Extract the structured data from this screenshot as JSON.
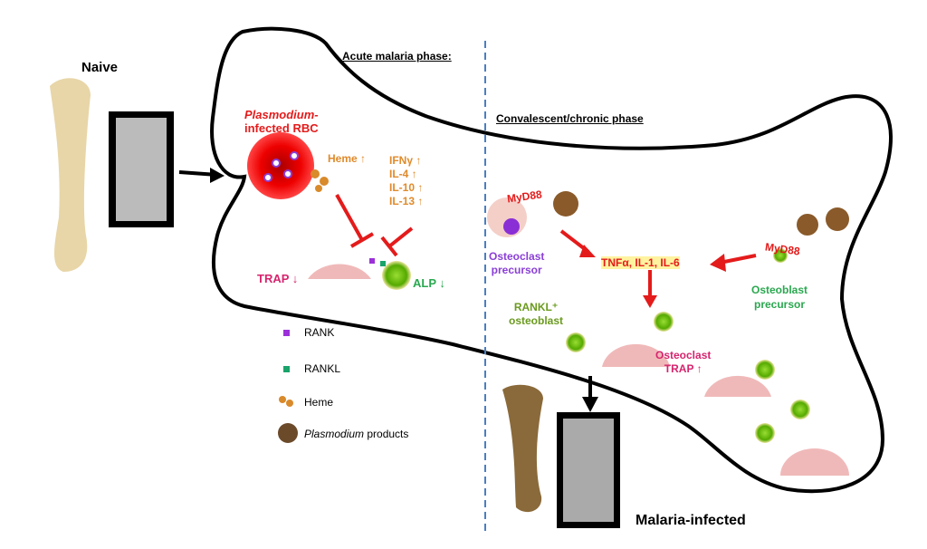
{
  "naive": "Naive",
  "infected": "Malaria-infected",
  "acute": "Acute malaria phase:",
  "chronic": "Convalescent/chronic phase",
  "rbc": {
    "line1": "Plasmodium-",
    "line2": "infected RBC"
  },
  "heme": "Heme ↑",
  "cytokines": [
    "IFNγ ↑",
    "IL-4 ↑",
    "IL-10 ↑",
    "IL-13 ↑"
  ],
  "trap_down": "TRAP ↓",
  "alp_down": "ALP ↓",
  "myd88": "MyD88",
  "oc_precursor": [
    "Osteoclast",
    "precursor"
  ],
  "ob_precursor": [
    "Osteoblast",
    "precursor"
  ],
  "tnf": "TNFα, IL-1, IL-6",
  "rankl_ob": [
    "RANKL⁺",
    "osteoblast"
  ],
  "oc_trap": [
    "Osteoclast",
    "TRAP ↑"
  ],
  "legend": [
    {
      "label": "RANK",
      "color": "#9b30d9"
    },
    {
      "label": "RANKL",
      "color": "#1aa36a"
    },
    {
      "label": "Heme",
      "color": "#d98a2b"
    },
    {
      "label_italic": "Plasmodium",
      "label": " products",
      "color": "#6b4a2a"
    }
  ],
  "colors": {
    "red": "#e41b1b",
    "orange": "#e08a2a",
    "pink": "#d6246e",
    "green": "#2aa84f",
    "purple": "#8a3fd6",
    "olive": "#6a9a1e"
  }
}
